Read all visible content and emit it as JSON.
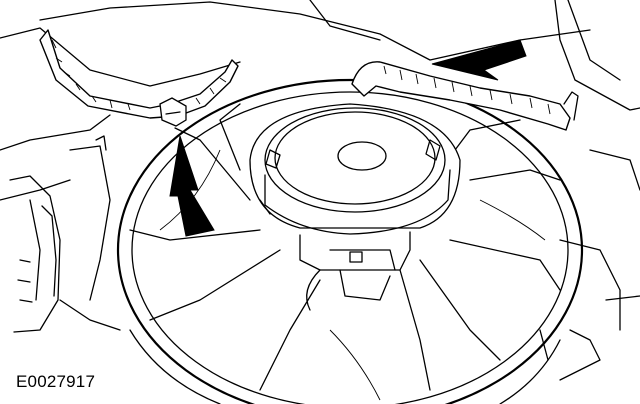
{
  "figure": {
    "id": "E0027917",
    "icons": [
      "cooling-fan-shroud",
      "electrical-harness",
      "harness-clip",
      "direction-arrow"
    ]
  }
}
